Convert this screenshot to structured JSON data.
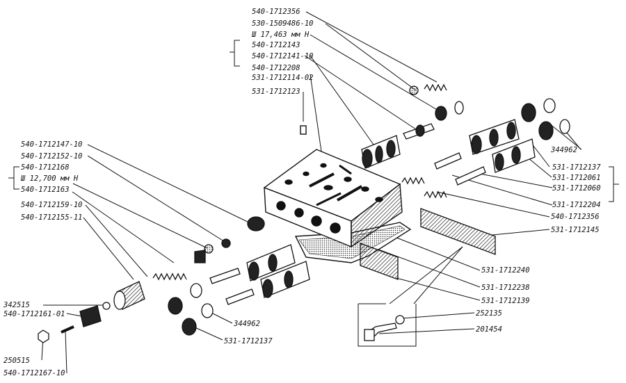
{
  "labels": {
    "top_1": "540-1712356",
    "top_2": "530-1509486-10",
    "top_3": "Ш 17,463 мм Н",
    "top_4": "540-1712143",
    "top_5": "540-1712141-10",
    "top_6": "540-1712208",
    "top_7": "531-1712114-02",
    "top_8": "531-1712123",
    "left_1": "540-1712147-10",
    "left_2": "540-1712152-10",
    "left_3": "540-1712168",
    "left_4": "Ш 12,700 мм Н",
    "left_5": "540-1712163",
    "left_6": "540-1712159-10",
    "left_7": "540-1712155-11",
    "bl_1": "342515",
    "bl_2": "540-1712161-01",
    "bl_3": "250515",
    "bl_4": "540-1712167-10",
    "bc_1": "344962",
    "bc_2": "531-1712137",
    "r_1": "344962",
    "r_2": "531-1712137",
    "r_3": "531-1712061",
    "r_4": "531-1712060",
    "r_5": "531-1712204",
    "r_6": "540-1712356",
    "r_7": "531-1712145",
    "r_8": "531-1712240",
    "r_9": "531-1712238",
    "r_10": "531-1712139",
    "r_11": "252135",
    "r_12": "201454"
  }
}
